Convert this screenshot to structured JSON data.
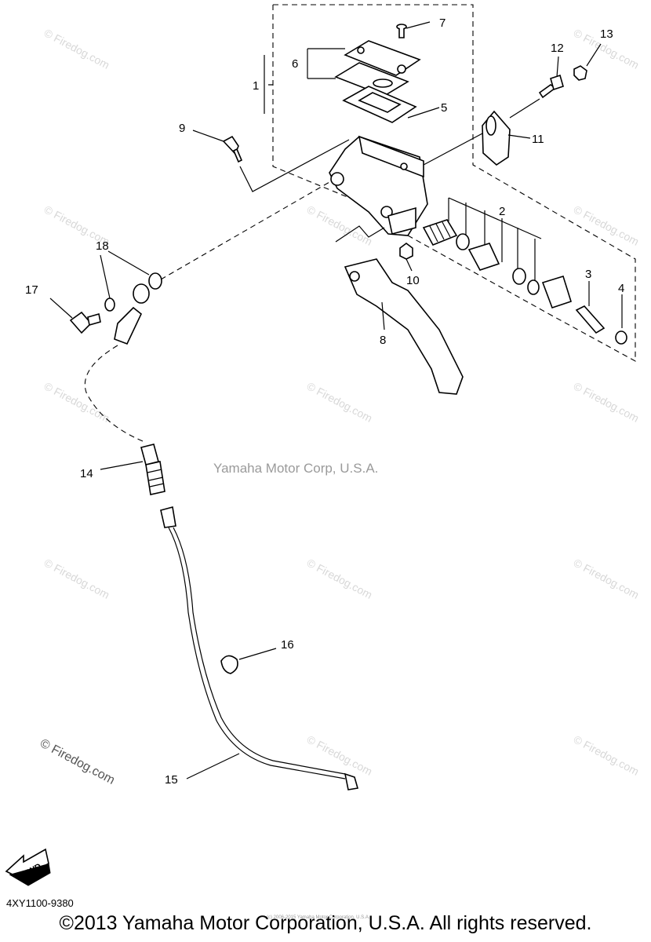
{
  "callouts": [
    {
      "id": "1",
      "label": "1"
    },
    {
      "id": "2",
      "label": "2"
    },
    {
      "id": "3",
      "label": "3"
    },
    {
      "id": "4",
      "label": "4"
    },
    {
      "id": "5",
      "label": "5"
    },
    {
      "id": "6",
      "label": "6"
    },
    {
      "id": "7",
      "label": "7"
    },
    {
      "id": "8",
      "label": "8"
    },
    {
      "id": "9",
      "label": "9"
    },
    {
      "id": "10",
      "label": "10"
    },
    {
      "id": "11",
      "label": "11"
    },
    {
      "id": "12",
      "label": "12"
    },
    {
      "id": "13",
      "label": "13"
    },
    {
      "id": "14",
      "label": "14"
    },
    {
      "id": "15",
      "label": "15"
    },
    {
      "id": "16",
      "label": "16"
    },
    {
      "id": "17",
      "label": "17"
    },
    {
      "id": "18",
      "label": "18"
    }
  ],
  "watermark": {
    "tile_text": "© Firedog.com",
    "center_text": "Yamaha Motor Corp, U.S.A.",
    "large_text": "© Firedog.com",
    "tiny_text": "(c) 2006-2015 Yamaha Motor Corporation, U.S.A."
  },
  "fwd_label": "FWD",
  "catalog_code": "4XY1100-9380",
  "copyright": "©2013 Yamaha Motor Corporation, U.S.A. All rights reserved.",
  "colors": {
    "ink": "#000000",
    "watermark": "#d8d8d8",
    "center_watermark": "#9a9a9a"
  }
}
